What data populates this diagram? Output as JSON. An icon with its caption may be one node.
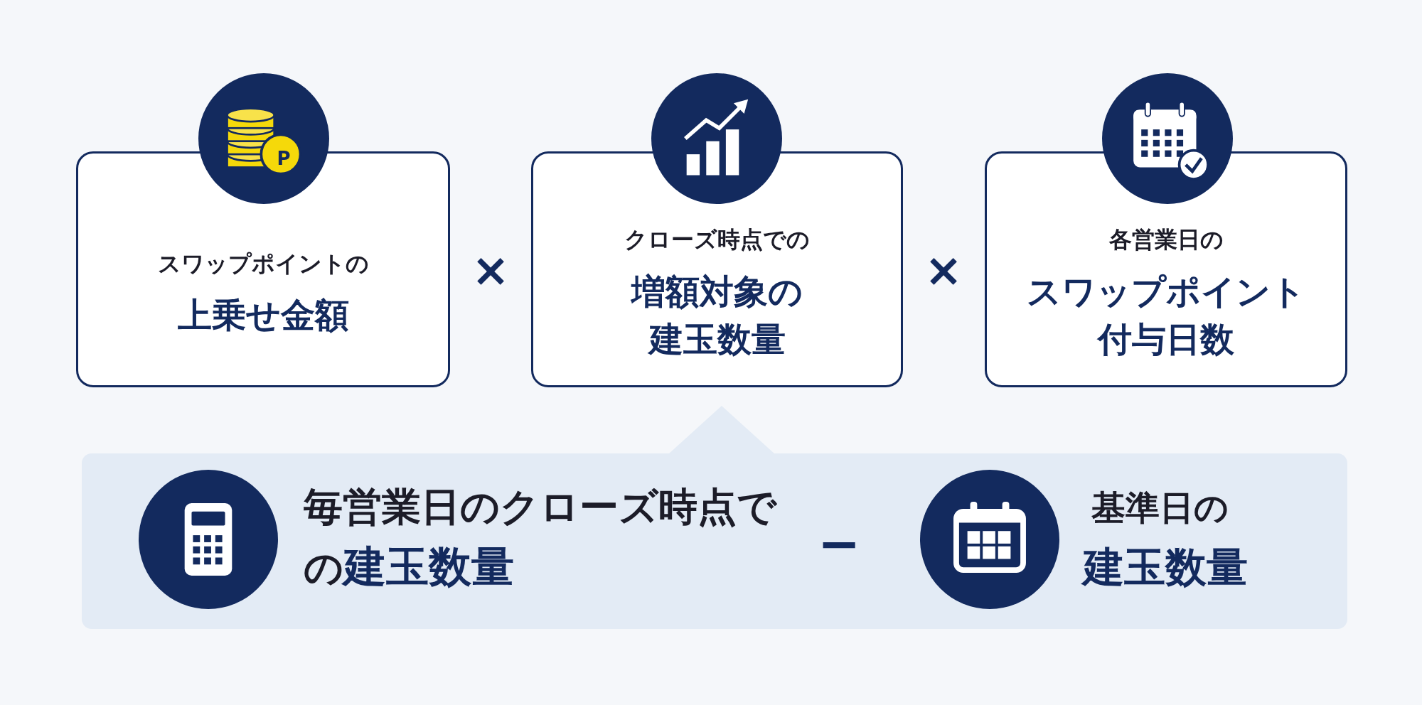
{
  "diagram": {
    "nodes": [
      {
        "text": [
          "スワップポイントの",
          "上乗せ金額"
        ]
      },
      {
        "text": [
          "クローズ時点での",
          "増額対象の建玉数量"
        ]
      },
      {
        "text": [
          "各営業日の",
          "スワップポイント付与日数"
        ]
      },
      {
        "text": [
          "毎営業日のクローズ時点での**建玉数量**",
          "基準日の",
          "建玉数量"
        ]
      }
    ],
    "labels": [
      "×",
      "×",
      "−",
      "P"
    ]
  }
}
